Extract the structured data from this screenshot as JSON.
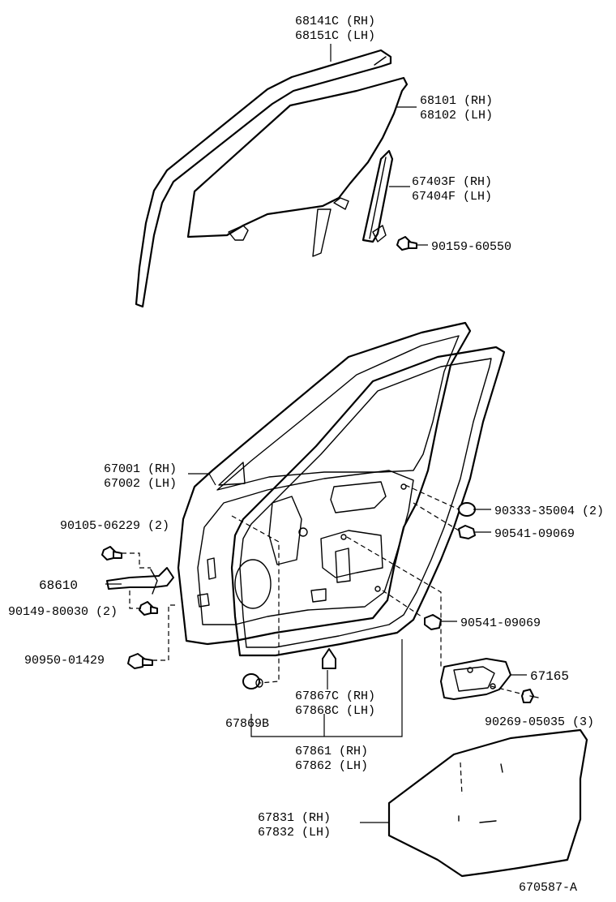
{
  "labels": {
    "run_channel_top": [
      "68141C (RH)",
      "68151C (LH)"
    ],
    "glass": [
      "68101 (RH)",
      "68102 (LH)"
    ],
    "rear_channel": [
      "67403F (RH)",
      "67404F (LH)"
    ],
    "bolt_channel": "90159-60550",
    "door_panel": [
      "67001 (RH)",
      "67002 (LH)"
    ],
    "hole_plug": "90333-35004 (2)",
    "clip_upper": "90541-09069",
    "bolt_hinge_top": "90105-06229 (2)",
    "hinge": "68610",
    "bolt_hinge_bottom": "90149-80030 (2)",
    "clip_lower": "90541-09069",
    "bolt_check": "90950-01429",
    "bracket": "67165",
    "screw_bracket": "90269-05035 (3)",
    "weatherstrip_clip": [
      "67867C (RH)",
      "67868C (LH)"
    ],
    "plug": "67869B",
    "weatherstrip": [
      "67861 (RH)",
      "67862 (LH)"
    ],
    "service_cover": [
      "67831 (RH)",
      "67832 (LH)"
    ],
    "figure_id": "670587-A"
  }
}
